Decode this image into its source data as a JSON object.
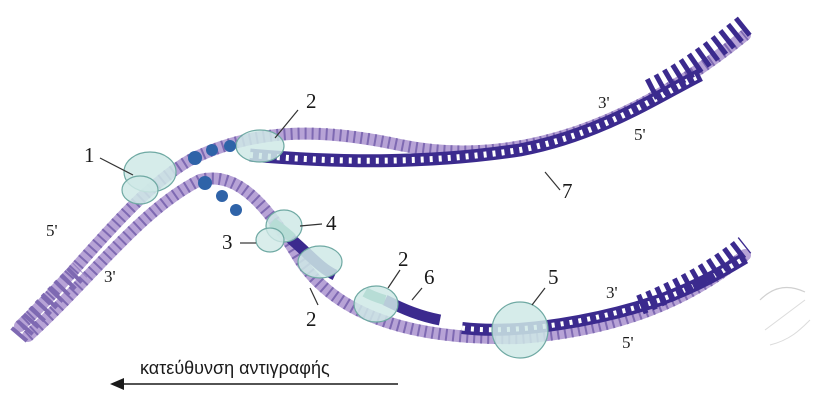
{
  "labels": {
    "helicase": "1",
    "polymerase_top": "2",
    "polymerase_mid": "2",
    "polymerase_low": "2",
    "ssb": "3",
    "primase": "4",
    "ligase": "5",
    "okazaki": "6",
    "leading": "7"
  },
  "ends": {
    "left_5": "5'",
    "left_3": "3'",
    "top_3": "3'",
    "top_5": "5'",
    "bottom_3": "3'",
    "bottom_5": "5'"
  },
  "caption": "κατεύθυνση αντιγραφής",
  "colors": {
    "parental_strand": "#b7a3d6",
    "parental_edge": "#6f5aa3",
    "new_strand": "#3b2a8e",
    "enzyme_fill": "#cfe9e6",
    "enzyme_edge": "#6fa9a3",
    "ssb_protein": "#2f63a8",
    "primer": "#2e9a77"
  },
  "icons": {
    "direction": "left-arrow-icon"
  }
}
